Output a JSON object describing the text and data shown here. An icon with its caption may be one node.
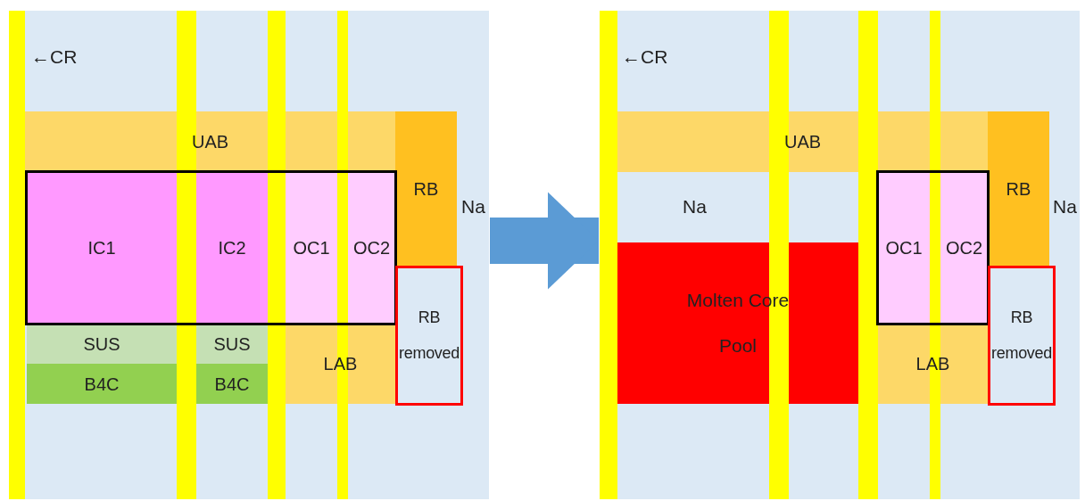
{
  "diagram": {
    "nodes": [
      {
        "text": [],
        "shape": "box"
      },
      {
        "text": [
          "UAB"
        ],
        "in": 0
      },
      {
        "text": [
          "IC1"
        ],
        "in": 0
      },
      {
        "text": [
          "IC2"
        ],
        "in": 0
      },
      {
        "text": [
          "OC1"
        ],
        "in": 0
      },
      {
        "text": [
          "OC2"
        ],
        "in": 0
      },
      {
        "text": [
          "RB"
        ],
        "in": 0
      },
      {
        "text": [
          "RB removed"
        ],
        "in": 0
      },
      {
        "text": [
          "SUS"
        ],
        "in": 0
      },
      {
        "text": [
          "SUS"
        ],
        "in": 0
      },
      {
        "text": [
          "B4C"
        ],
        "in": 0
      },
      {
        "text": [
          "B4C"
        ],
        "in": 0
      },
      {
        "text": [
          "LAB"
        ],
        "in": 0
      },
      {
        "text": [],
        "shape": "box"
      },
      {
        "text": [
          "UAB"
        ],
        "in": 13
      },
      {
        "text": [
          "OC1"
        ],
        "in": 13
      },
      {
        "text": [
          "OC2"
        ],
        "in": 13
      },
      {
        "text": [
          "RB"
        ],
        "in": 13
      },
      {
        "text": [
          "Molten Core Pool"
        ],
        "in": 13
      },
      {
        "text": [
          "RB removed"
        ],
        "in": 13
      },
      {
        "text": [
          "LAB"
        ],
        "in": 13
      }
    ],
    "edges": [
      {
        "from": 0,
        "to": 13,
        "arrow": "to"
      }
    ],
    "labels": [
      "←CR",
      "Na",
      "←CR",
      "Na",
      "Na"
    ]
  }
}
